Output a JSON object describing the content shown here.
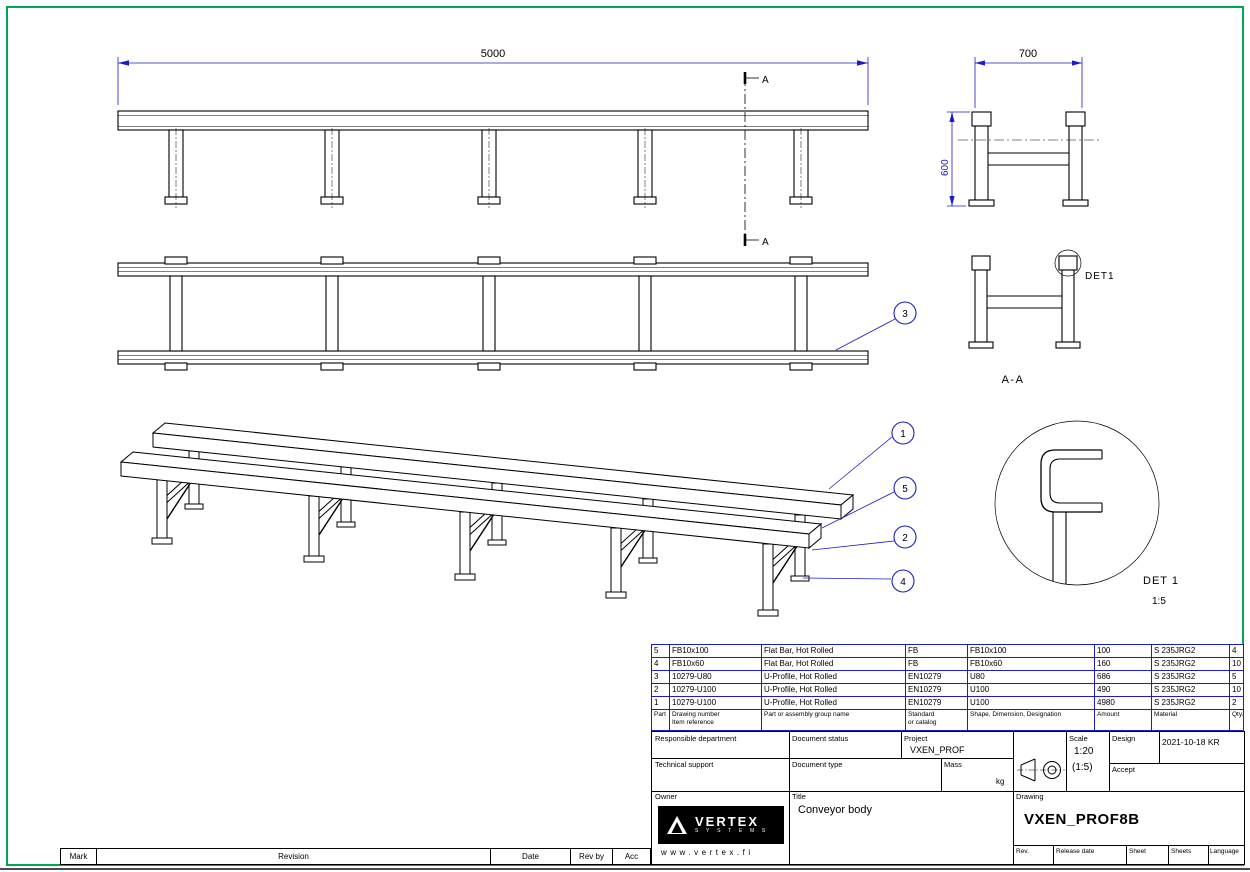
{
  "colors": {
    "frame_green": "#00a651",
    "dimension_blue": "#1c1cc0",
    "line_black": "#000000"
  },
  "dimensions": {
    "length": "5000",
    "width": "700",
    "height": "600"
  },
  "section": {
    "marker": "A",
    "label": "A-A"
  },
  "detail": {
    "callout": "DET1",
    "title": "DET 1",
    "scale": "1:5"
  },
  "balloons": {
    "b1": "1",
    "b2": "2",
    "b3": "3",
    "b4": "4",
    "b5": "5"
  },
  "parts_list": {
    "headers": {
      "part": "Part",
      "ref1": "Drawing number",
      "ref2": "Item reference",
      "name": "Part or assembly group name",
      "std1": "Standard",
      "std2": "or catalog",
      "shape": "Shape, Dimension, Designation",
      "amount": "Amount",
      "material": "Material",
      "qty": "Qty."
    },
    "rows": [
      {
        "part": "5",
        "ref": "FB10x100",
        "name": "Flat Bar, Hot Rolled",
        "std": "FB",
        "shape": "FB10x100",
        "amount": "100",
        "material": "S 235JRG2",
        "qty": "4"
      },
      {
        "part": "4",
        "ref": "FB10x60",
        "name": "Flat Bar, Hot Rolled",
        "std": "FB",
        "shape": "FB10x60",
        "amount": "160",
        "material": "S 235JRG2",
        "qty": "10"
      },
      {
        "part": "3",
        "ref": "10279-U80",
        "name": "U-Profile, Hot Rolled",
        "std": "EN10279",
        "shape": "U80",
        "amount": "686",
        "material": "S 235JRG2",
        "qty": "5"
      },
      {
        "part": "2",
        "ref": "10279-U100",
        "name": "U-Profile, Hot Rolled",
        "std": "EN10279",
        "shape": "U100",
        "amount": "490",
        "material": "S 235JRG2",
        "qty": "10"
      },
      {
        "part": "1",
        "ref": "10279-U100",
        "name": "U-Profile, Hot Rolled",
        "std": "EN10279",
        "shape": "U100",
        "amount": "4980",
        "material": "S 235JRG2",
        "qty": "2"
      }
    ]
  },
  "title_block": {
    "responsible_department_label": "Responsible department",
    "document_status_label": "Document status",
    "project_label": "Project",
    "project_value": "VXEN_PROF",
    "scale_label": "Scale",
    "scale_value": "1:20",
    "scale_detail": "(1:5)",
    "design_label": "Design",
    "design_value": "2021-10-18 KR",
    "technical_support_label": "Technical support",
    "document_type_label": "Document type",
    "mass_label": "Mass",
    "mass_unit": "kg",
    "accept_label": "Accept",
    "owner_label": "Owner",
    "logo_name": "VERTEX",
    "logo_sub": "S Y S T E M S",
    "owner_url": "www.vertex.fi",
    "title_label": "Title",
    "title_value": "Conveyor body",
    "drawing_label": "Drawing",
    "drawing_value": "VXEN_PROF8B",
    "rev_label": "Rev.",
    "release_date_label": "Release date",
    "sheet_label": "Sheet",
    "sheets_label": "Sheets",
    "language_label": "Language"
  },
  "revision_strip": {
    "mark": "Mark",
    "revision": "Revision",
    "date": "Date",
    "rev_by": "Rev by",
    "acc": "Acc"
  }
}
